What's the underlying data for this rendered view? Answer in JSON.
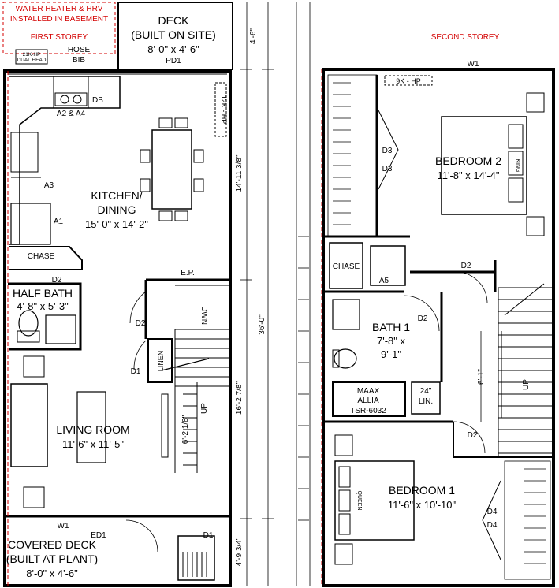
{
  "notes": {
    "water_heater_line1": "WATER HEATER & HRV",
    "water_heater_line2": "INSTALLED IN BASEMENT",
    "first_storey": "FIRST STOREY",
    "second_storey": "SECOND STOREY",
    "heater_box_line1": "21K-HP",
    "heater_box_line2": "DUAL HEAD",
    "hose_line1": "HOSE",
    "hose_line2": "BIB"
  },
  "rooms": {
    "deck": {
      "line1": "DECK",
      "line2": "(BUILT ON SITE)",
      "dims": "8'-0\" x 4'-6\"",
      "tag": "PD1"
    },
    "kitchen": {
      "line1": "KITCHEN/",
      "line2": "DINING",
      "dims": "15'-0\" x 14'-2\""
    },
    "half_bath": {
      "name": "HALF BATH",
      "dims": "4'-8\" x 5'-3\""
    },
    "living": {
      "name": "LIVING ROOM",
      "dims": "11'-6\" x 11'-5\""
    },
    "covered_deck": {
      "line1": "COVERED DECK",
      "line2": "(BUILT AT PLANT)",
      "dims": "8'-0\" x 4'-6\""
    },
    "bedroom2": {
      "name": "BEDROOM 2",
      "dims": "11'-8\" x 14'-4\""
    },
    "bath1": {
      "name": "BATH 1",
      "dims1": "7'-8\" x",
      "dims2": "9'-1\""
    },
    "bedroom1": {
      "name": "BEDROOM 1",
      "dims": "11'-6\" x 10'-10\""
    }
  },
  "tags": {
    "db": "DB",
    "a2a4": "A2 & A4",
    "a3": "A3",
    "a1": "A1",
    "chase": "CHASE",
    "d2": "D2",
    "d1": "D1",
    "ep": "E.P.",
    "linen": "LINEN",
    "dwn": "DWN",
    "up": "UP",
    "w1": "W1",
    "ed1": "ED1",
    "hp12k": "12K - HP",
    "hp9k": "9K - HP",
    "d3": "D3",
    "d4": "D4",
    "a5": "A5",
    "king": "KING",
    "queen": "QUEEN",
    "maax1": "MAAX",
    "maax2": "ALLIA",
    "maax3": "TSR-6032",
    "lin1": "24\"",
    "lin2": "LIN."
  },
  "dimensions": {
    "deck_depth": "4'-6\"",
    "kitchen_len": "14'-11 3/8\"",
    "overall": "36'-0\"",
    "living_len": "16'-2 7/8\"",
    "stair_width": "6'-2 1/8\"",
    "covered_depth": "4'-9 3/4\"",
    "upper_stair": "6'-1\""
  }
}
